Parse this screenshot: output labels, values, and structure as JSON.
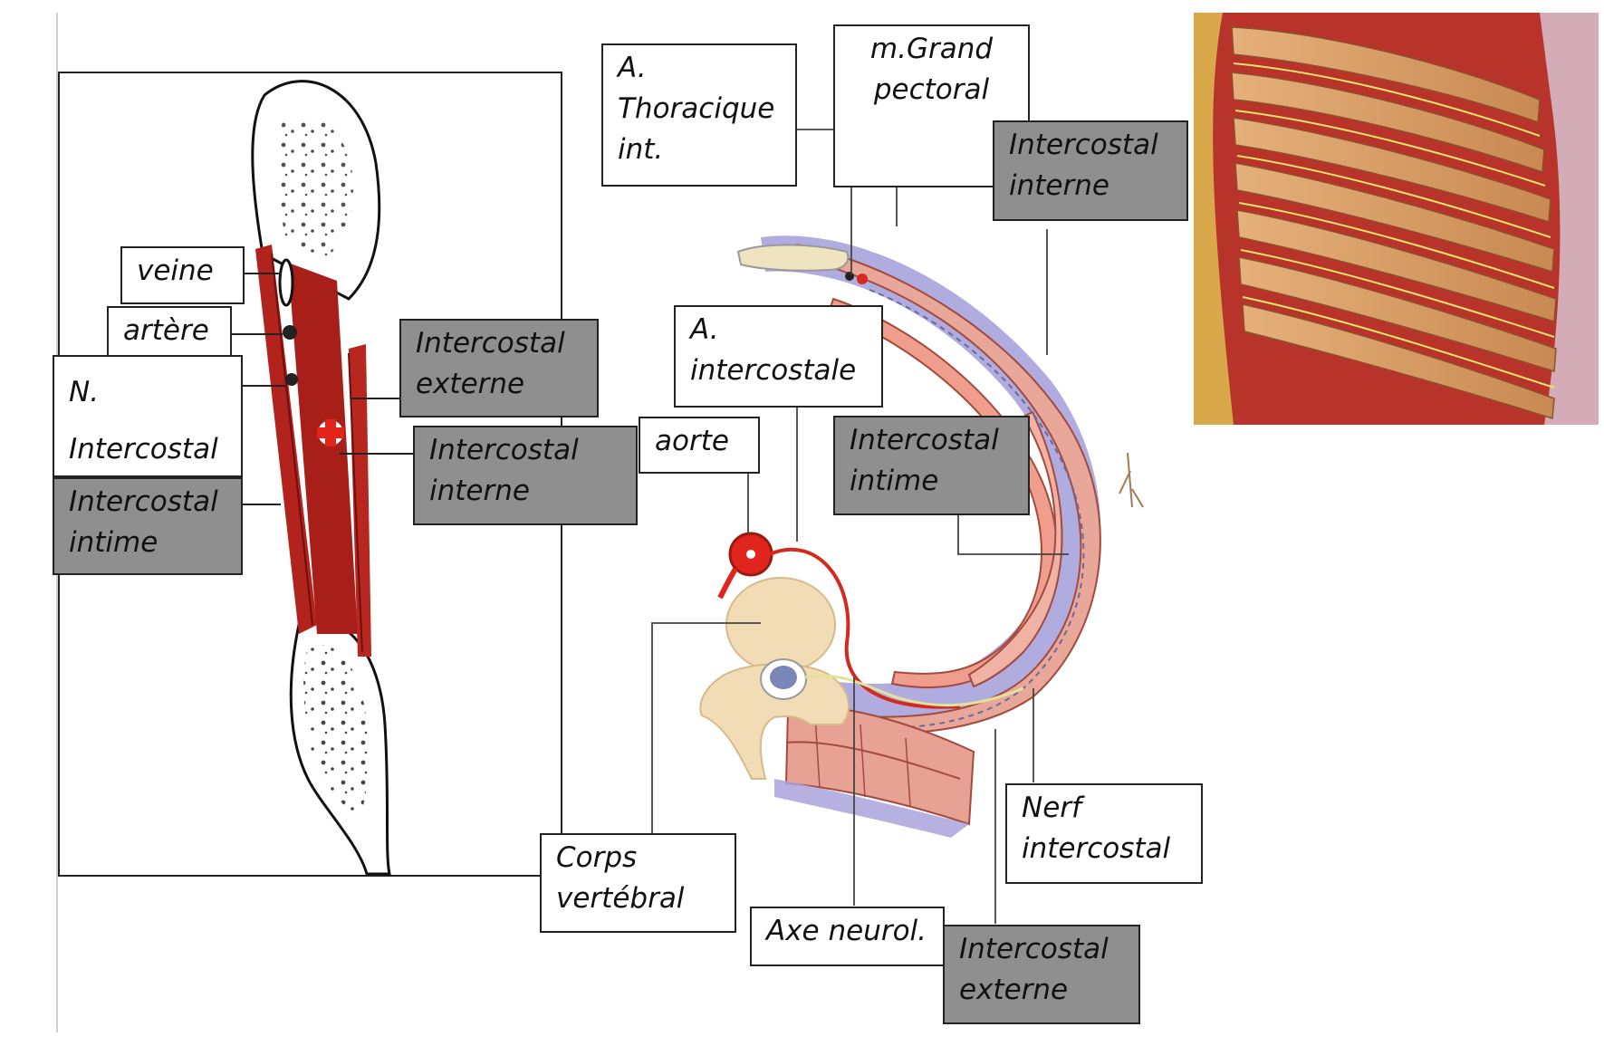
{
  "colors": {
    "gray_label": "#8f8f8f",
    "muscle": "#b3231d",
    "pleura": "#a9a3dc",
    "bone": "#f2dcb6",
    "artery": "#e0261c"
  },
  "left_panel": {
    "veine": "veine",
    "artere": "artère",
    "nerf": [
      "N.",
      "Intercostal"
    ],
    "intercostal_externe": [
      "Intercostal",
      "externe"
    ],
    "intercostal_interne": [
      "Intercostal",
      "interne"
    ],
    "intercostal_intime": [
      "Intercostal",
      "intime"
    ]
  },
  "center_panel": {
    "thoracique": [
      "A.",
      "Thoracique",
      "int."
    ],
    "grand_pectoral": [
      "m.Grand",
      "pectoral"
    ],
    "intercostal_interne": [
      "Intercostal",
      "interne"
    ],
    "a_intercostale": [
      "A.",
      "intercostale"
    ],
    "aorte": "aorte",
    "intercostal_intime": [
      "Intercostal",
      "intime"
    ],
    "corps_vertebral": [
      "Corps",
      "vertébral"
    ],
    "axe_neurol": "Axe neurol.",
    "nerf_intercostal": [
      "Nerf",
      "intercostal"
    ],
    "intercostal_externe": [
      "Intercostal",
      "externe"
    ]
  },
  "illustration": {
    "ribcage_icon": "ribcage-illustration-icon"
  }
}
